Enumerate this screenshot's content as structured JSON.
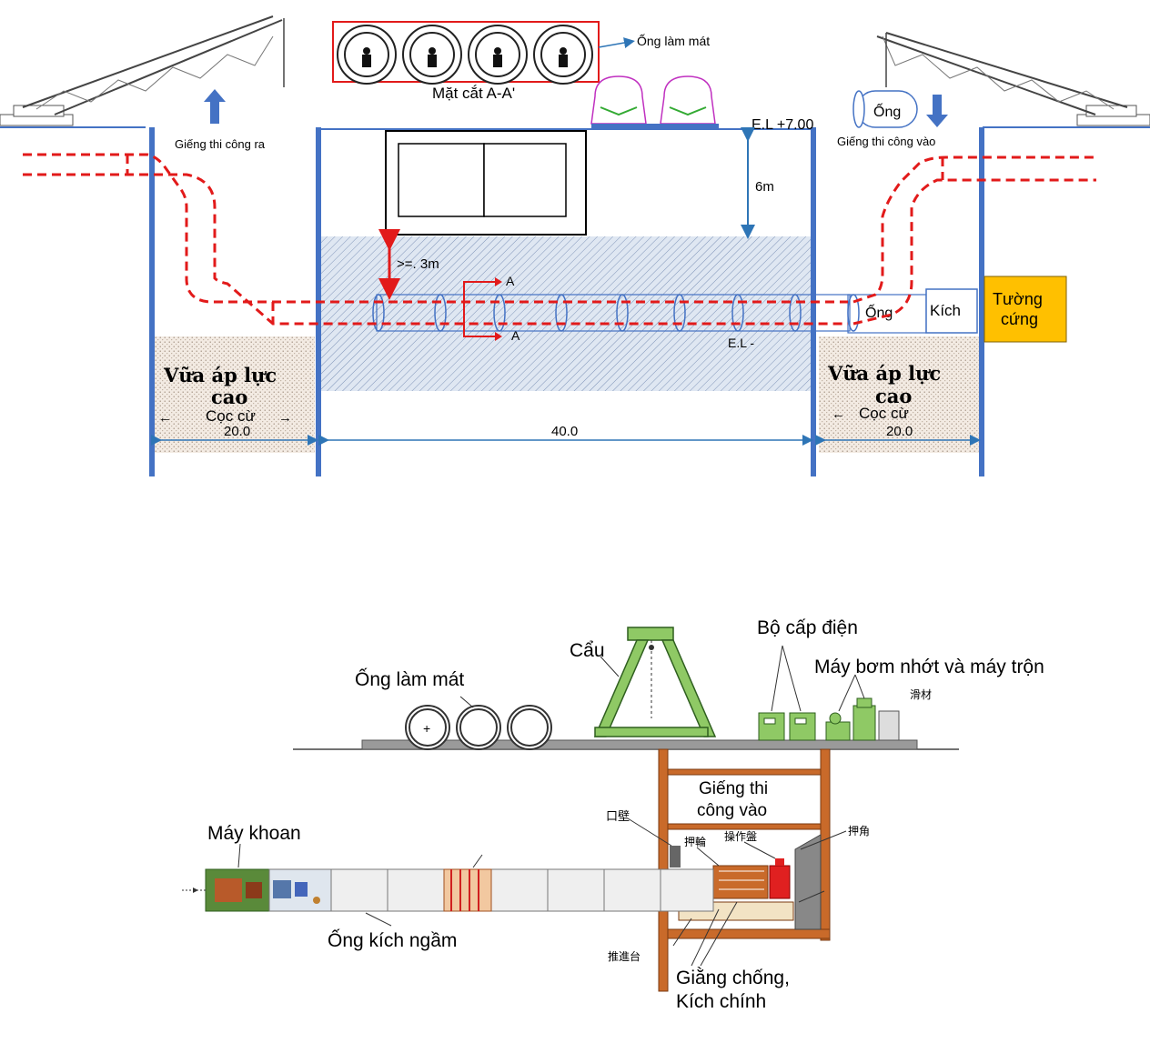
{
  "top": {
    "section_label": "Mặt cắt A-A'",
    "cooling_pipe_label": "Ống làm mát",
    "shaft_out_label": "Giếng thi công ra",
    "shaft_in_label": "Giếng thi công vào",
    "pipe_label_top": "Ống",
    "elevation_top": "E.L +7.00",
    "depth_label": "6m",
    "clearance_label": ">=. 3m",
    "section_mark": "A",
    "pipe_label_tunnel": "Ống",
    "jack_label": "Kích",
    "wall_label_1": "Tường",
    "wall_label_2": "cứng",
    "elevation_bottom": "E.L -",
    "grout_left_1": "Vữa áp lực",
    "grout_left_2": "cao",
    "grout_right_1": "Vữa áp lực",
    "grout_right_2": "cao",
    "sheet_pile_left": "Cọc cừ",
    "sheet_pile_right": "Cọc cừ",
    "width_left": "20.0",
    "width_middle": "40.0",
    "width_right": "20.0",
    "colors": {
      "pipe_route": "#e21a1a",
      "wall": "#4472c4",
      "wall_box": "#ffc000"
    }
  },
  "bottom": {
    "power_supply": "Bộ cấp điện",
    "crane": "Cẩu",
    "pump_mixer": "Máy bơm nhớt và máy trộn",
    "cooling_pipe": "Ống làm mát",
    "lubricant_jp": "滑材",
    "entry_shaft_1": "Giếng thi",
    "entry_shaft_2": "công vào",
    "entrance_wall_jp": "口壁",
    "push_ring_jp": "押輪",
    "control_panel_jp": "操作盤",
    "push_corner_jp": "押角",
    "drill_machine": "Máy khoan",
    "jacking_pipe": "Ống kích ngầm",
    "thrust_base_jp": "推進台",
    "brace_1": "Giằng chống,",
    "brace_2": "Kích chính"
  }
}
